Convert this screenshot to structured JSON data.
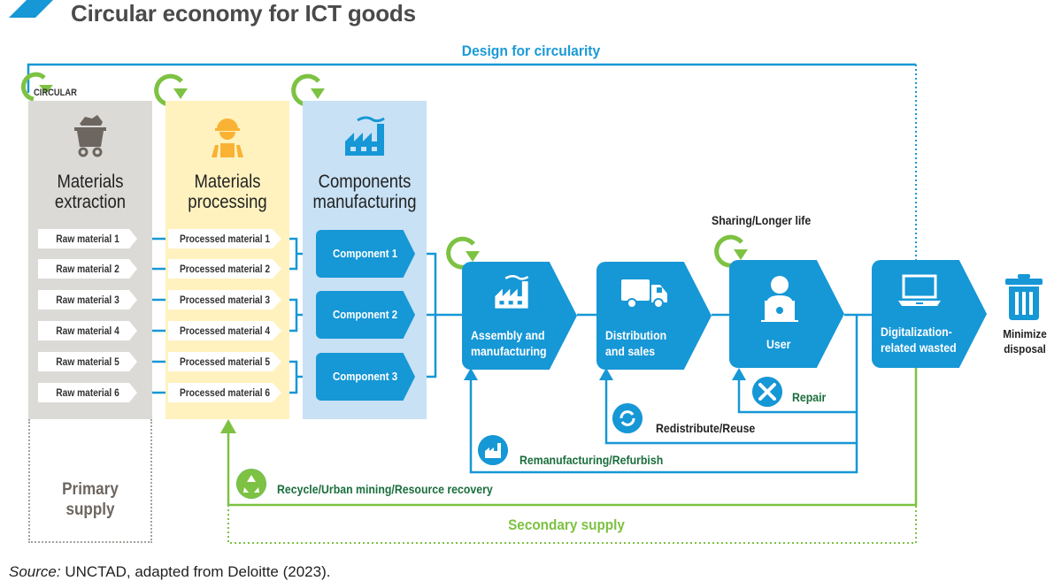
{
  "title": "Circular economy for ICT goods",
  "design_label": "Design for circularity",
  "circular_tag": "CIRCULAR",
  "stages": [
    {
      "id": "extraction",
      "title_line1": "Materials",
      "title_line2": "extraction",
      "icon": "mine-cart-icon"
    },
    {
      "id": "processing",
      "title_line1": "Materials",
      "title_line2": "processing",
      "icon": "worker-icon"
    },
    {
      "id": "components",
      "title_line1": "Components",
      "title_line2": "manufacturing",
      "icon": "factory-icon"
    }
  ],
  "raw_materials": [
    "Raw material 1",
    "Raw material 2",
    "Raw material 3",
    "Raw material 4",
    "Raw material 5",
    "Raw material 6"
  ],
  "processed_materials": [
    "Processed material 1",
    "Processed material 2",
    "Processed material 3",
    "Processed material 4",
    "Processed material 5",
    "Processed material 6"
  ],
  "components": [
    "Component 1",
    "Component 2",
    "Component 3"
  ],
  "process_steps": [
    {
      "id": "assembly",
      "line1": "Assembly and",
      "line2": "manufacturing",
      "icon": "factory-icon"
    },
    {
      "id": "distribution",
      "line1": "Distribution",
      "line2": "and sales",
      "icon": "truck-icon"
    },
    {
      "id": "user",
      "line1": "User",
      "line2": "",
      "icon": "user-laptop-icon"
    },
    {
      "id": "digitalization",
      "line1": "Digitalization-",
      "line2": "related wasted",
      "icon": "laptop-icon"
    }
  ],
  "sharing_label": "Sharing/Longer life",
  "minimize": {
    "line1": "Minimize",
    "line2": "disposal",
    "icon": "trash-icon"
  },
  "loops": [
    {
      "id": "repair",
      "label": "Repair",
      "icon": "tools-icon",
      "color": "#1a6e3c"
    },
    {
      "id": "redistribute",
      "label": "Redistribute/Reuse",
      "icon": "refresh-icon",
      "color": "#222222"
    },
    {
      "id": "remanufacture",
      "label": "Remanufacturing/Refurbish",
      "icon": "factory-icon",
      "color": "#1a6e3c"
    },
    {
      "id": "recycle",
      "label": "Recycle/Urban mining/Resource recovery",
      "icon": "recycle-icon",
      "color": "#1a6e3c"
    }
  ],
  "primary_supply": {
    "line1": "Primary",
    "line2": "supply"
  },
  "secondary_supply": "Secondary supply",
  "source": {
    "prefix": "Source:",
    "text": " UNCTAD, adapted from Deloitte (2023)."
  },
  "colors": {
    "blue": "#1697d6",
    "green": "#7dc242",
    "dark_green": "#1a6e3c",
    "gray_col": "#dcdad7",
    "yellow_col": "#fff2bf",
    "blue_col": "#c8e1f5"
  }
}
